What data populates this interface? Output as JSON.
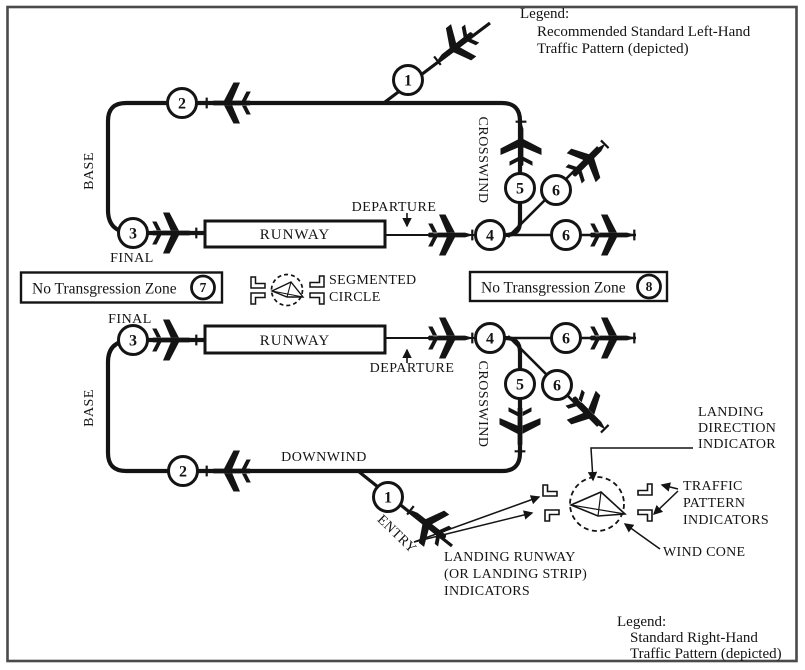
{
  "figure": {
    "title_hint": "Airport traffic pattern diagram",
    "legend_top": {
      "title": "Legend:",
      "lines": [
        "Recommended Standard Left-Hand",
        "Traffic Pattern (depicted)"
      ]
    },
    "legend_bottom": {
      "title": "Legend:",
      "lines": [
        "Standard Right-Hand",
        "Traffic Pattern (depicted)"
      ]
    },
    "ntz_left": {
      "label": "No Transgression Zone",
      "number": "7"
    },
    "ntz_right": {
      "label": "No Transgression Zone",
      "number": "8"
    },
    "segmented_circle": {
      "lines": [
        "SEGMENTED",
        "CIRCLE"
      ]
    },
    "runway_label": "RUNWAY",
    "legs": {
      "base": "BASE",
      "final": "FINAL",
      "crosswind": "CROSSWIND",
      "departure": "DEPARTURE",
      "downwind": "DOWNWIND",
      "entry": "ENTRY"
    },
    "positions": {
      "p1": "1",
      "p2": "2",
      "p3": "3",
      "p4": "4",
      "p5": "5",
      "p6": "6"
    },
    "annotations": {
      "landing_direction_indicator": [
        "LANDING",
        "DIRECTION",
        "INDICATOR"
      ],
      "traffic_pattern_indicators": [
        "TRAFFIC",
        "PATTERN",
        "INDICATORS"
      ],
      "wind_cone": "WIND CONE",
      "landing_runway_indicators": [
        "LANDING RUNWAY",
        "(OR LANDING STRIP)",
        "INDICATORS"
      ]
    },
    "colors": {
      "ink": "#141414",
      "frame": "#4a4a4a",
      "background": "#ffffff"
    }
  }
}
